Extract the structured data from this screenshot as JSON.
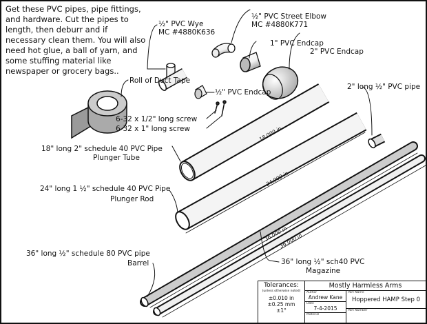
{
  "intro_text": "Get these PVC pipes, pipe fittings, and hardware.  Cut the pipes to length, then deburr and if necessary clean them.  You will also need hot glue, a ball of yarn, and some stuffing material like newspaper or grocery bags..",
  "labels": {
    "wye": "½\" PVC Wye",
    "wye_part": "MC #4880K636",
    "elbow": "½\" PVC Street Elbow",
    "elbow_part": "MC #4880K771",
    "endcap_1": "1\" PVC Endcap",
    "endcap_2": "2\" PVC Endcap",
    "endcap_half": "½\" PVC Endcap",
    "duct_tape": "Roll of Duct Tape",
    "screw_short": "6-32 x 1/2\" long screw",
    "screw_long": "6-32 x 1\" long screw",
    "short_pipe": "2\" long ½\" PVC pipe",
    "plunger_tube": "18\" long 2\" schedule 40 PVC Pipe",
    "plunger_tube_name": "Plunger Tube",
    "plunger_rod": "24\" long 1 ½\" schedule 40 PVC Pipe",
    "plunger_rod_name": "Plunger Rod",
    "barrel": "36\" long ½\" schedule 80 PVC pipe",
    "barrel_name": "Barrel",
    "magazine": "36\" long ½\" sch40 PVC",
    "magazine_name": "Magazine"
  },
  "dimensions": {
    "tube": "18.000 in",
    "rod": "24.000 in",
    "barrel": "36.000 in",
    "magazine": "36.000 in"
  },
  "title_block": {
    "tolerances_title": "Tolerances:",
    "tolerances_note": "(unless otherwise noted)",
    "tol_in": "±0.010 in",
    "tol_mm": "±0.25 mm",
    "tol_deg": "±1°",
    "company": "Mostly Harmless Arms",
    "author_label": "Author",
    "author": "Andrew Kane",
    "date_label": "Date",
    "date": "7-4-2015",
    "material_label": "Material",
    "part_name_label": "Part Name",
    "part_name": "Hoppered HAMP Step 0",
    "part_number_label": "Part Number"
  }
}
